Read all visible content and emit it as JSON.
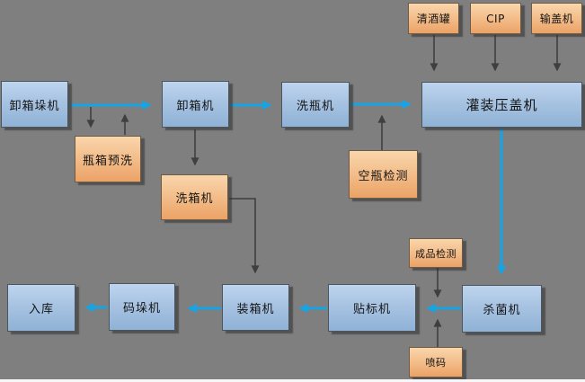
{
  "diagram": {
    "description_labels": {},
    "colors": {
      "background": "#7f7f7f",
      "flow_arrow": "#15a5e6",
      "aux_arrow": "#3f3f3f",
      "process_box_top": "#bdd4ee",
      "process_box_bottom": "#8fb2d6",
      "aux_box_top": "#f9d6ab",
      "aux_box_bottom": "#eba266"
    },
    "nodes": {
      "unload_depalletizer": {
        "label": "卸箱垛机",
        "type": "process"
      },
      "box_prewash": {
        "label": "瓶箱预洗",
        "type": "aux"
      },
      "decrater": {
        "label": "卸箱机",
        "type": "process"
      },
      "crate_washer": {
        "label": "洗箱机",
        "type": "aux"
      },
      "bottle_washer": {
        "label": "洗瓶机",
        "type": "process"
      },
      "empty_bottle_check": {
        "label": "空瓶检测",
        "type": "aux"
      },
      "clear_beer_tank": {
        "label": "清酒罐",
        "type": "aux"
      },
      "cip": {
        "label": "CIP",
        "type": "aux"
      },
      "cap_feeder": {
        "label": "输盖机",
        "type": "aux"
      },
      "filler_capper": {
        "label": "灌装压盖机",
        "type": "process"
      },
      "sterilizer": {
        "label": "杀菌机",
        "type": "process"
      },
      "finished_check": {
        "label": "成品检测",
        "type": "aux"
      },
      "inkjet_coder": {
        "label": "喷码",
        "type": "aux"
      },
      "labeller": {
        "label": "贴标机",
        "type": "process"
      },
      "case_packer": {
        "label": "装箱机",
        "type": "process"
      },
      "palletizer": {
        "label": "码垛机",
        "type": "process"
      },
      "warehouse": {
        "label": "入库",
        "type": "process"
      }
    }
  }
}
